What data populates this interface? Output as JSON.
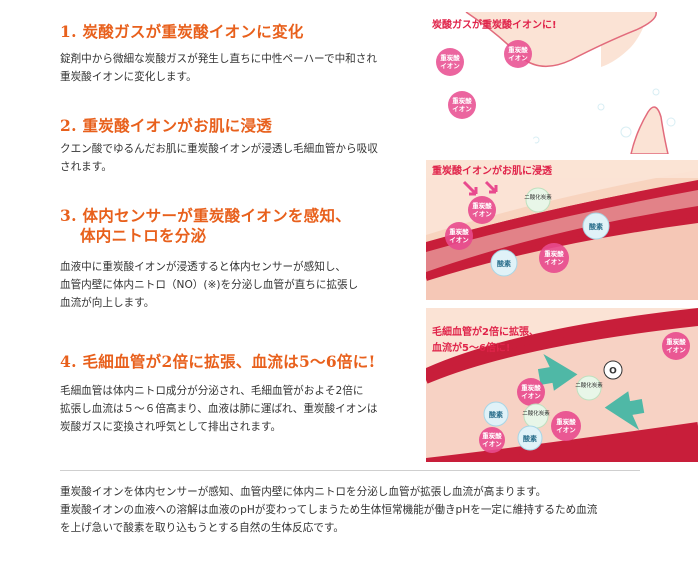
{
  "sections": [
    {
      "heading": [
        "1. 炭酸ガスが重炭酸イオンに変化"
      ],
      "body": [
        "錠剤中から微細な炭酸ガスが発生し直ちに中性ペーハーで中和され",
        "重炭酸イオンに変化します。"
      ]
    },
    {
      "heading": [
        "2. 重炭酸イオンがお肌に浸透"
      ],
      "body": [
        "クエン酸でゆるんだお肌に重炭酸イオンが浸透し毛細血管から吸収",
        "されます。"
      ]
    },
    {
      "heading": [
        "3. 体内センサーが重炭酸イオンを感知、",
        "体内ニトロを分泌"
      ],
      "body": [
        "血液中に重炭酸イオンが浸透すると体内センサーが感知し、",
        "血管内壁に体内ニトロ（NO）(※)を分泌し血管が直ちに拡張し",
        "血流が向上します。"
      ]
    },
    {
      "heading": [
        "4. 毛細血管が2倍に拡張、血流は5〜6倍に!"
      ],
      "body": [
        "毛細血管は体内ニトロ成分が分泌され、毛細血管がおよそ2倍に",
        "拡張し血流は５〜６倍高まり、血液は肺に運ばれ、重炭酸イオンは",
        "炭酸ガスに変換され呼気として排出されます。"
      ]
    }
  ],
  "panels": [
    {
      "title": "炭酸ガスが重炭酸イオンに!",
      "bubbles": [
        [
          "重炭酸",
          "イオン"
        ],
        [
          "重炭酸",
          "イオン"
        ],
        [
          "重炭酸",
          "イオン"
        ]
      ]
    },
    {
      "title": "重炭酸イオンがお肌に浸透",
      "bubbles": [
        [
          "重炭酸",
          "イオン"
        ],
        [
          "重炭酸",
          "イオン"
        ],
        [
          "重炭酸",
          "イオン"
        ]
      ],
      "labels": [
        "二酸化炭素",
        "酸素",
        "酸素"
      ]
    },
    {
      "title": [
        "毛細血管が2倍に拡張、",
        "血流が5〜6倍に!"
      ],
      "bubbles": [
        [
          "重炭酸",
          "イオン"
        ],
        [
          "重炭酸",
          "イオン"
        ],
        [
          "重炭酸",
          "イオン"
        ],
        [
          "重炭酸",
          "イオン"
        ]
      ],
      "labels": [
        "二酸化炭素",
        "二酸化炭素",
        "酸素",
        "酸素"
      ],
      "no_label": "O"
    }
  ],
  "footer": [
    "重炭酸イオンを体内センサーが感知、血管内壁に体内ニトロを分泌し血管が拡張し血流が高まります。",
    "重炭酸イオンの血液への溶解は血液のpHが変わってしまうため生体恒常機能が働きpHを一定に維持するため血流",
    "を上げ急いで酸素を取り込もうとする自然の生体反応です。"
  ],
  "colors": {
    "heading": "#e8601c",
    "panel_title": "#e0244a",
    "bubble": "#e84a8e",
    "vessel": "#c81e3a",
    "skin": "#fbe3d5",
    "arrow": "#4fb8a6"
  }
}
